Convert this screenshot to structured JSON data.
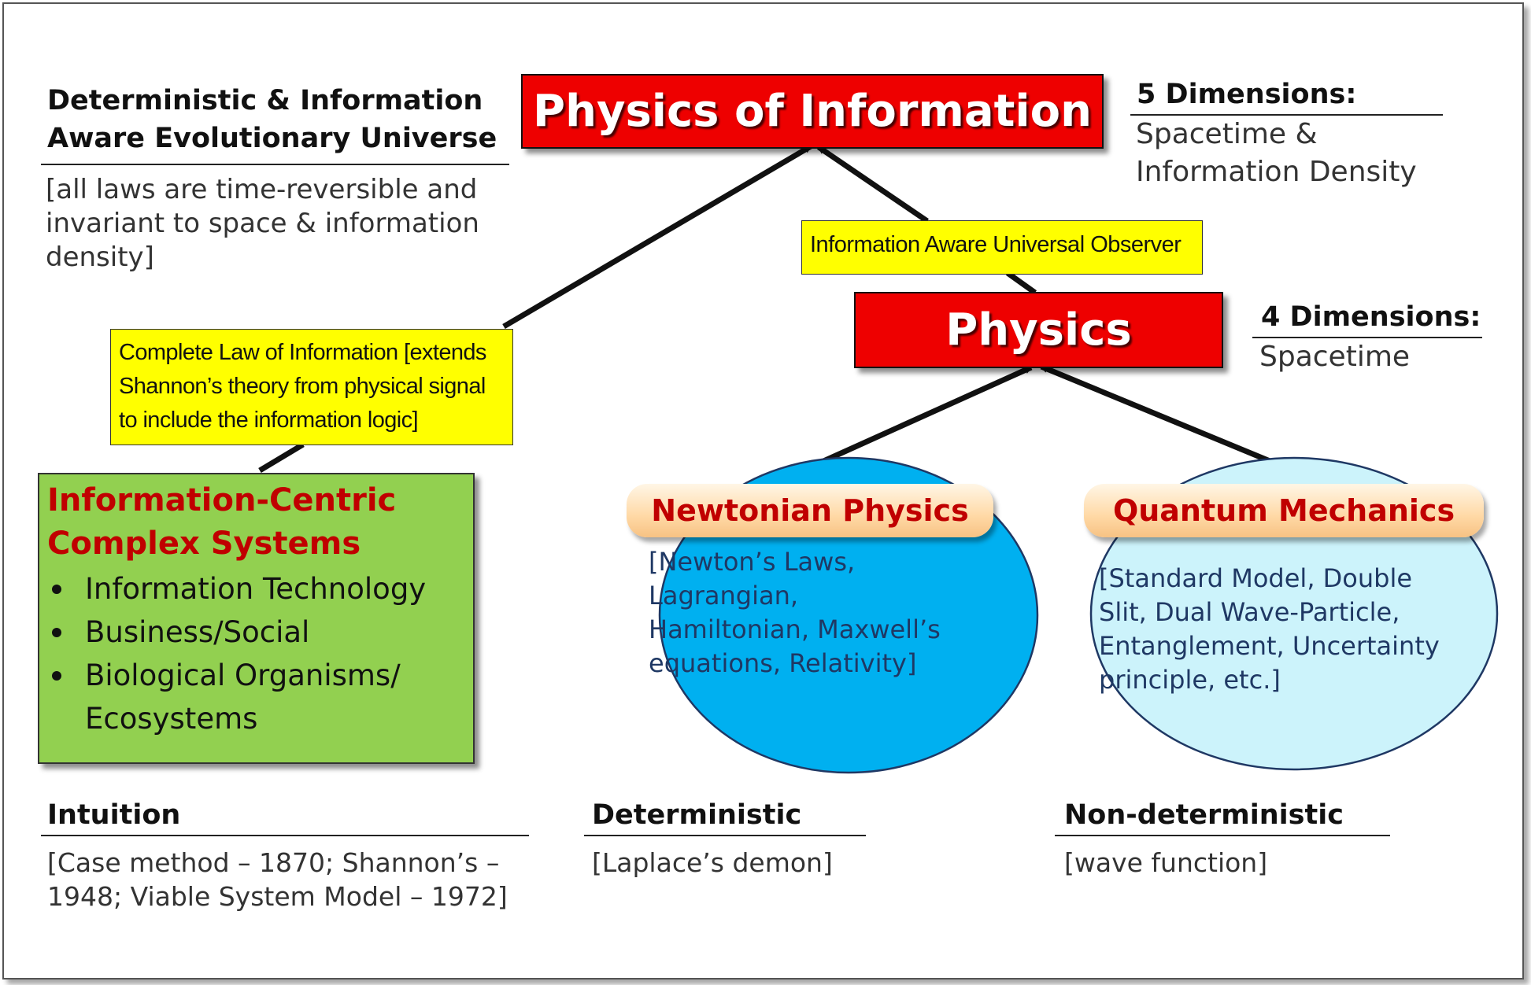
{
  "top_box": {
    "title": "Physics of Information"
  },
  "five_dims": {
    "heading": "5 Dimensions:",
    "text_line1": "Spacetime &",
    "text_line2": "Information Density"
  },
  "universe": {
    "heading_line1": "Deterministic & Information",
    "heading_line2": "Aware Evolutionary Universe",
    "desc_line1": "[all laws are time-reversible and",
    "desc_line2": "invariant to space & information",
    "desc_line3": "density]"
  },
  "observer_box": {
    "text": "Information Aware Universal Observer"
  },
  "physics_box": {
    "title": "Physics"
  },
  "four_dims": {
    "heading": "4 Dimensions:",
    "text": "Spacetime"
  },
  "law_box": {
    "line1": "Complete Law of Information [extends",
    "line2": "Shannon’s theory from physical signal",
    "line3": "to include the information logic]"
  },
  "complex_systems": {
    "title_line1": "Information-Centric",
    "title_line2": "Complex Systems",
    "items": [
      "Information Technology",
      "Business/Social",
      "Biological Organisms/",
      "Ecosystems"
    ]
  },
  "newtonian": {
    "title": "Newtonian Physics",
    "line1": "[Newton’s Laws,",
    "line2": "Lagrangian,",
    "line3": "Hamiltonian, Maxwell’s",
    "line4": "equations, Relativity]"
  },
  "quantum": {
    "title": "Quantum Mechanics",
    "line1": "[Standard Model, Double",
    "line2": "Slit, Dual Wave-Particle,",
    "line3": "Entanglement, Uncertainty",
    "line4": "principle, etc.]"
  },
  "intuition": {
    "heading": "Intuition",
    "line1": "[Case method – 1870; Shannon’s –",
    "line2": "1948; Viable System Model – 1972]"
  },
  "deterministic": {
    "heading": "Deterministic",
    "line1": "[Laplace’s demon]"
  },
  "non_deterministic": {
    "heading": "Non-deterministic",
    "line1": "[wave function]"
  },
  "colors": {
    "red": "#ee0000",
    "yellow": "#ffff00",
    "green": "#92d050",
    "blue_oval": "#00b0f0",
    "light_oval": "#ccf3fb",
    "title_red": "#c00000"
  }
}
